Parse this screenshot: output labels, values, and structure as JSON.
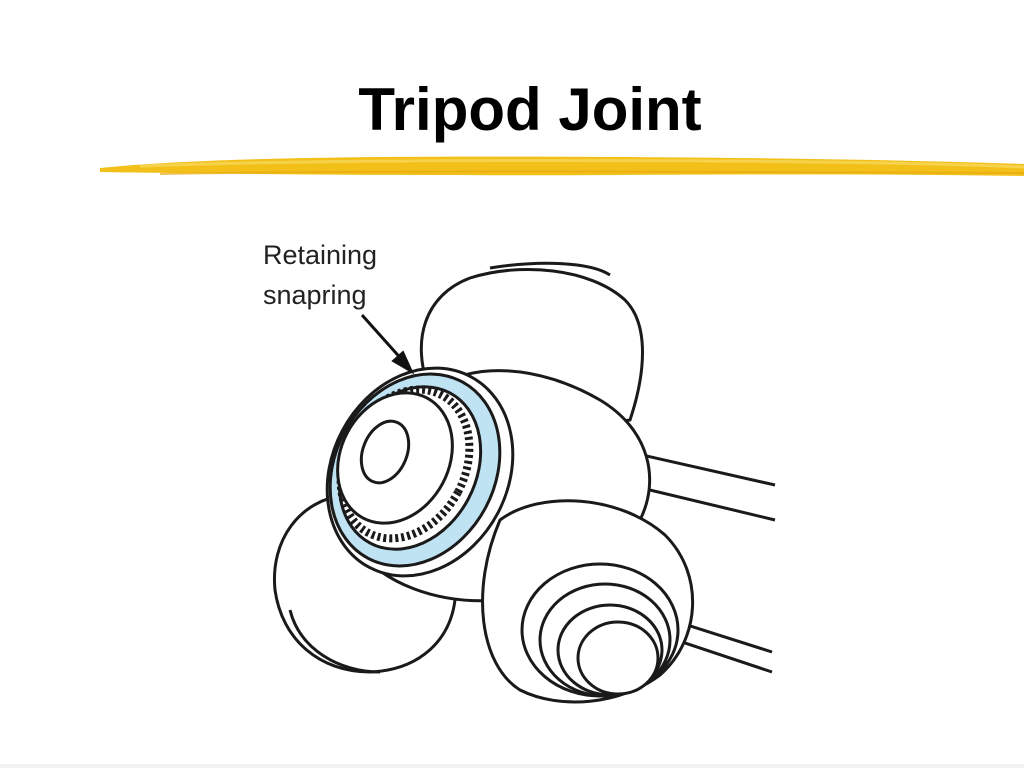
{
  "slide": {
    "title": "Tripod Joint"
  },
  "diagram": {
    "callout": {
      "line1": "Retaining",
      "line2": "snapring"
    },
    "colors": {
      "snapring_fill": "#bfe3f2",
      "outline": "#1a1a1a",
      "accent_stroke": "#f2c018"
    }
  }
}
